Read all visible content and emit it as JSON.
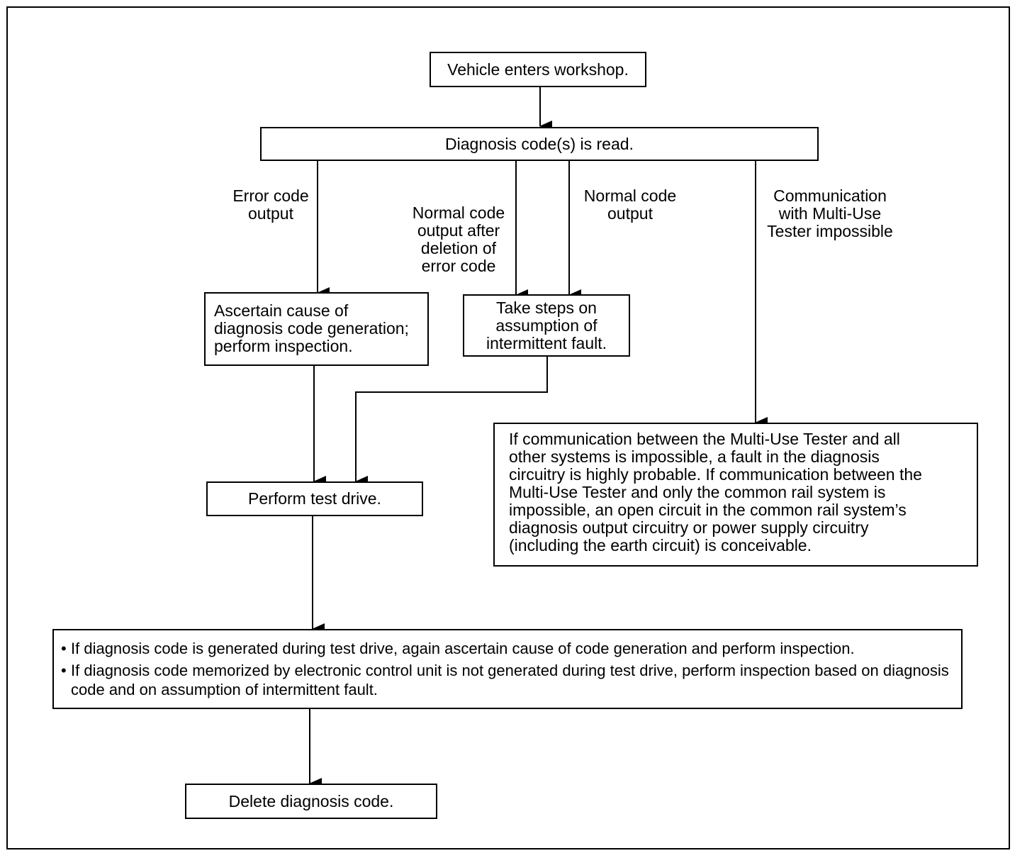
{
  "nodes": {
    "start": "Vehicle enters workshop.",
    "read": "Diagnosis code(s) is read.",
    "ascertain": "Ascertain cause of\ndiagnosis code generation;\nperform inspection.",
    "intermittent": "Take steps on\nassumption of\nintermittent fault.",
    "comm_fault": "If communication between the Multi-Use Tester and all\nother systems is impossible, a fault in the diagnosis\ncircuitry is highly probable. If communication between the\nMulti-Use Tester and only the common rail system is\nimpossible, an open circuit in the common rail system’s\ndiagnosis output circuitry or power supply circuitry\n(including the earth circuit) is conceivable.",
    "test_drive": "Perform test drive.",
    "notes": [
      "If diagnosis code is generated during test drive, again ascertain cause of code generation and perform inspection.",
      "If diagnosis code memorized by electronic control unit is not generated during test drive, perform inspection based on diagnosis code and on assumption of intermittent fault."
    ],
    "notes_bullet": "•",
    "delete": "Delete diagnosis code."
  },
  "edge_labels": {
    "error_output": "Error code\noutput",
    "normal_after_deletion": "Normal code\noutput after\ndeletion of\nerror code",
    "normal_output": "Normal code\noutput",
    "comm_impossible": "Communication\nwith Multi-Use\nTester impossible"
  }
}
